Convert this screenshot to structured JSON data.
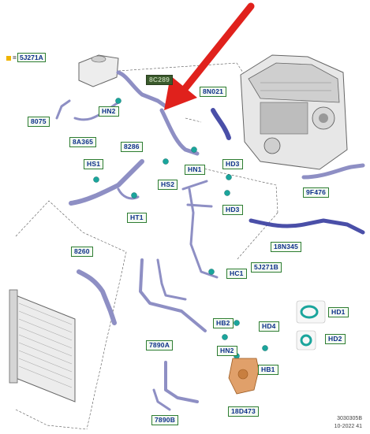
{
  "legend": {
    "symbol": "=",
    "code": "5J271A"
  },
  "callouts": {
    "c5J271A_top": "5J271A",
    "c8075": "8075",
    "c8A365": "8A365",
    "c8286": "8286",
    "cHS1": "HS1",
    "cHT1": "HT1",
    "c8260": "8260",
    "c8C289": "8C289",
    "cHN2_top": "HN2",
    "c8N021": "8N021",
    "cHN1": "HN1",
    "cHD3_a": "HD3",
    "cHS2": "HS2",
    "cHD3_b": "HD3",
    "c9F476": "9F476",
    "c18N345": "18N345",
    "c5J271B": "5J271B",
    "cHC1": "HC1",
    "cHD1": "HD1",
    "cHD2": "HD2",
    "cHB2": "HB2",
    "cHD4": "HD4",
    "cHN2_bot": "HN2",
    "cHB1": "HB1",
    "c7890A": "7890A",
    "c18D473": "18D473",
    "c7890B": "7890B"
  },
  "footer": {
    "ref": "3030305B",
    "date": "10-2022 41"
  },
  "colors": {
    "hose": "#8e8fc4",
    "hose_dark": "#4a4fa8",
    "clip": "#1aa59c",
    "pump": "#e0a06a",
    "arrow": "#e0211c",
    "label_border": "#2e7d32"
  }
}
